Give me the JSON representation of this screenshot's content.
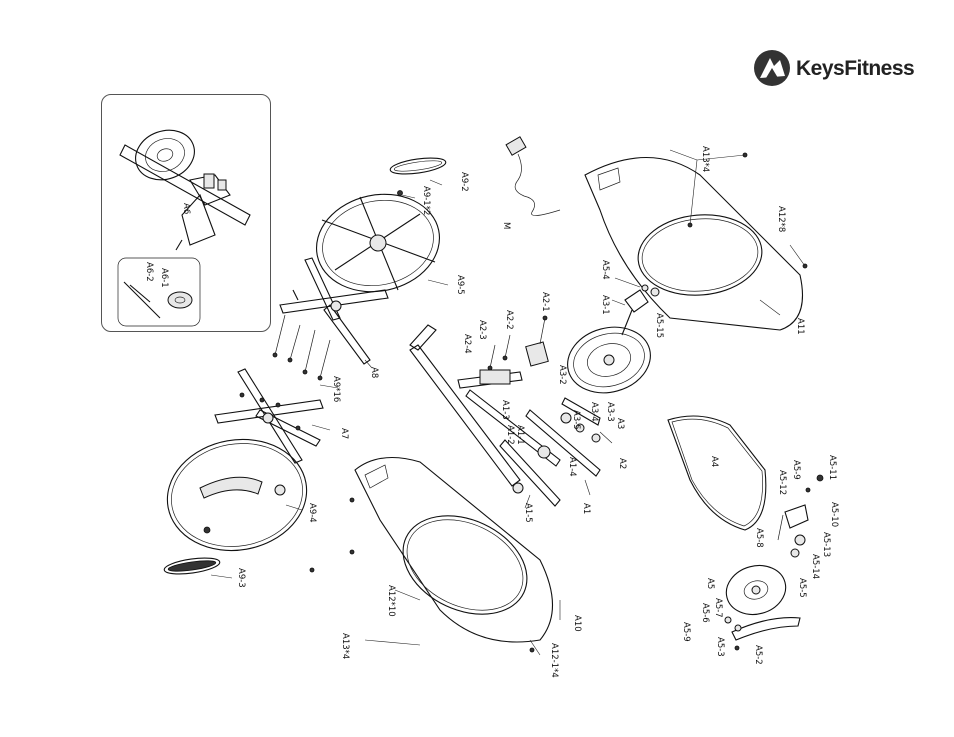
{
  "brand": {
    "logo_text": "KeysFitness"
  },
  "callouts": {
    "A9_2": "A9-2",
    "A9_1x2": "A9-1*2",
    "A9_5": "A9-5",
    "M": "M",
    "A13x4_top": "A13*4",
    "A12x8": "A12*8",
    "A11": "A11",
    "A5_4": "A5-4",
    "A3_1": "A3-1",
    "A5_15": "A5-15",
    "A2_1": "A2-1",
    "A2_2": "A2-2",
    "A2_3": "A2-3",
    "A2_4": "A2-4",
    "A3_2": "A3-2",
    "A3_3": "A3-3",
    "A3_4": "A3-4",
    "A3": "A3",
    "A1_3": "A1-3",
    "A1_1": "A1-1",
    "A1_2": "A1-2",
    "A3_5": "A3-5",
    "A2": "A2",
    "A1_4": "A1-4",
    "A1": "A1",
    "A1_5": "A1-5",
    "A8": "A8",
    "A9x16": "A9*16",
    "A7": "A7",
    "A9_4": "A9-4",
    "A9_3": "A9-3",
    "A6": "A6",
    "A6_2": "A6-2",
    "A6_1": "A6-1",
    "A4": "A4",
    "A5_11": "A5-11",
    "A5_9": "A5-9",
    "A5_12": "A5-12",
    "A5_10": "A5-10",
    "A5_8": "A5-8",
    "A5_13": "A5-13",
    "A5_14": "A5-14",
    "A5_5": "A5-5",
    "A5_7": "A5-7",
    "A5": "A5",
    "A5_6": "A5-6",
    "A5_3": "A5-3",
    "A5_2": "A5-2",
    "A5_9b": "A5-9",
    "A10": "A10",
    "A12x10": "A12*10",
    "A13x4_bottom": "A13*4",
    "A12_1x4": "A12-1*4"
  }
}
